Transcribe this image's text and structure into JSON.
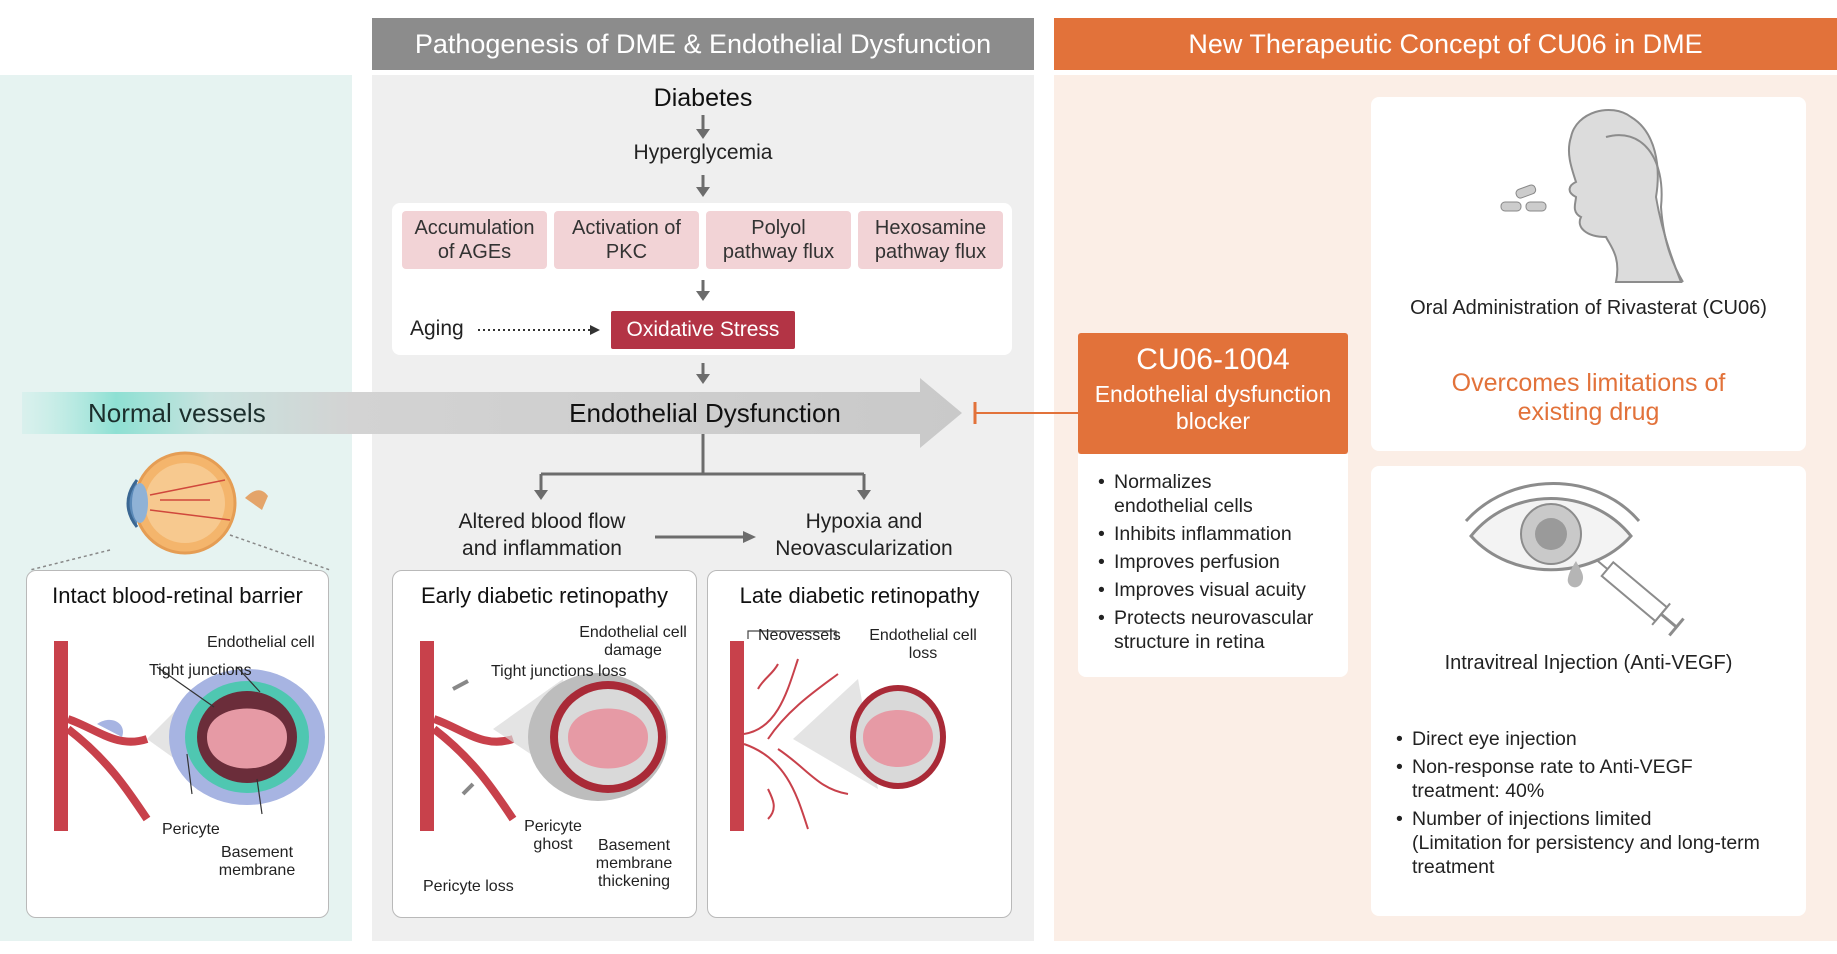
{
  "headers": {
    "pathogenesis": "Pathogenesis of DME & Endothelial Dysfunction",
    "new_concept": "New Therapeutic Concept of CU06 in DME"
  },
  "pathogenesis": {
    "diabetes": "Diabetes",
    "hyperglycemia": "Hyperglycemia",
    "pathways": [
      {
        "line1": "Accumulation",
        "line2": "of AGEs"
      },
      {
        "line1": "Activation of",
        "line2": "PKC"
      },
      {
        "line1": "Polyol",
        "line2": "pathway flux"
      },
      {
        "line1": "Hexosamine",
        "line2": "pathway flux"
      }
    ],
    "aging": "Aging",
    "oxidative_stress": "Oxidative Stress",
    "endothelial_dysfunction": "Endothelial Dysfunction",
    "altered_flow": {
      "line1": "Altered blood flow",
      "line2": "and inflammation"
    },
    "hypoxia": {
      "line1": "Hypoxia and",
      "line2": "Neovascularization"
    }
  },
  "normal": {
    "label": "Normal vessels",
    "card_title": "Intact blood-retinal barrier",
    "labels": {
      "endothelial_cell": "Endothelial cell",
      "tight_junctions": "Tight junctions",
      "pericyte": "Pericyte",
      "basement_l1": "Basement",
      "basement_l2": "membrane"
    }
  },
  "early": {
    "title": "Early diabetic retinopathy",
    "labels": {
      "endo_damage_l1": "Endothelial cell",
      "endo_damage_l2": "damage",
      "tight_loss": "Tight junctions loss",
      "pericyte_ghost_l1": "Pericyte",
      "pericyte_ghost_l2": "ghost",
      "basement_l1": "Basement",
      "basement_l2": "membrane",
      "basement_l3": "thickening",
      "pericyte_loss": "Pericyte loss"
    }
  },
  "late": {
    "title": "Late diabetic retinopathy",
    "labels": {
      "neovessels": "Neovessels",
      "endo_loss_l1": "Endothelial cell",
      "endo_loss_l2": "loss"
    }
  },
  "cu06": {
    "name": "CU06-1004",
    "subtitle_l1": "Endothelial dysfunction",
    "subtitle_l2": "blocker",
    "effects": [
      {
        "line1": "Normalizes",
        "line2": "endothelial cells"
      },
      {
        "line1": "Inhibits inflammation",
        "line2": ""
      },
      {
        "line1": "Improves perfusion",
        "line2": ""
      },
      {
        "line1": "Improves visual acuity",
        "line2": ""
      },
      {
        "line1": "Protects neurovascular",
        "line2": "structure in retina"
      }
    ]
  },
  "oral": {
    "label": "Oral Administration of Rivasterat (CU06)",
    "result_l1": "Overcomes limitations of",
    "result_l2": "existing drug"
  },
  "injection": {
    "label": "Intravitreal Injection (Anti-VEGF)",
    "items": [
      {
        "line1": "Direct eye injection",
        "line2": ""
      },
      {
        "line1": "Non-response rate to Anti-VEGF",
        "line2": "treatment: 40%"
      },
      {
        "line1": "Number of injections limited",
        "line2": "(Limitation for persistency and long-term",
        "line3": "treatment"
      }
    ]
  },
  "colors": {
    "gray_header": "#8c8c8c",
    "orange": "#e2723a",
    "teal": "#5fcfbf",
    "stress_red": "#b33445",
    "pink": "#f2d3d6"
  }
}
